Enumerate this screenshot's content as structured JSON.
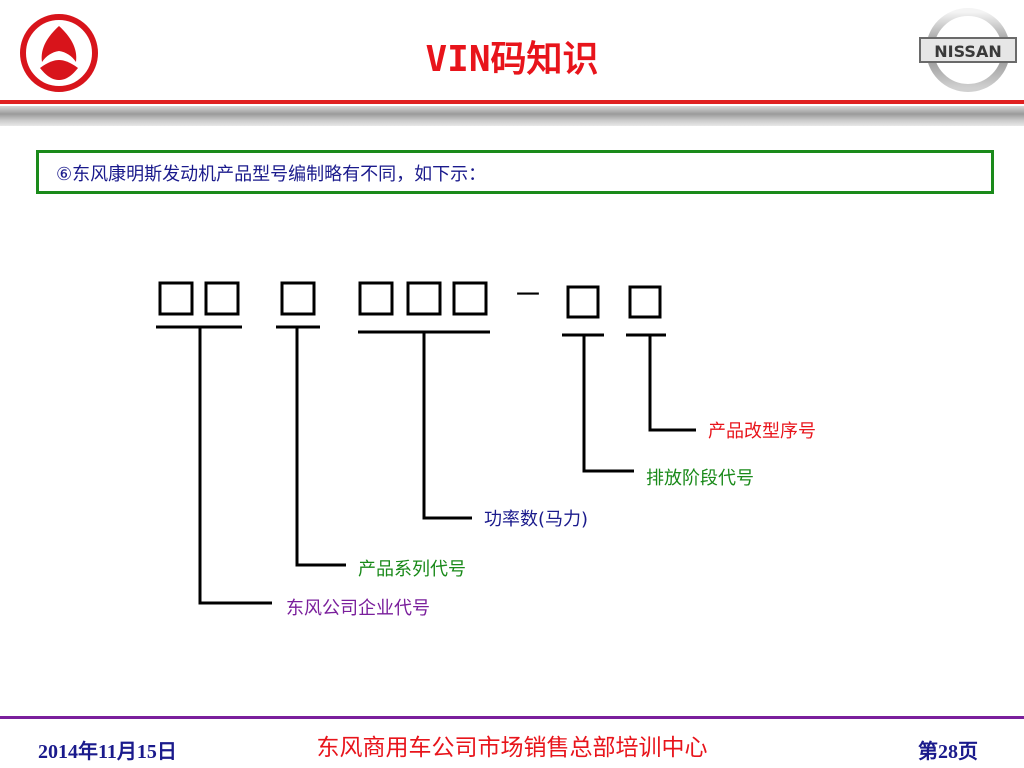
{
  "header": {
    "title": "VIN码知识",
    "left_logo_icon": "dongfeng-logo-icon",
    "right_logo_icon": "nissan-logo-icon",
    "right_logo_text": "NISSAN"
  },
  "note": {
    "text": "⑥东风康明斯发动机产品型号编制略有不同，如下示："
  },
  "diagram": {
    "dash": "－",
    "labels": [
      {
        "text": "产品改型序号",
        "color": "#e8141b"
      },
      {
        "text": "排放阶段代号",
        "color": "#1a8a1a"
      },
      {
        "text": "功率数(马力)",
        "color": "#1a1a8c"
      },
      {
        "text": "产品系列代号",
        "color": "#1a8a1a"
      },
      {
        "text": "东风公司企业代号",
        "color": "#7a1f9c"
      }
    ]
  },
  "footer": {
    "date": "2014年11月15日",
    "organization": "东风商用车公司市场销售总部培训中心",
    "page": "第28页"
  }
}
